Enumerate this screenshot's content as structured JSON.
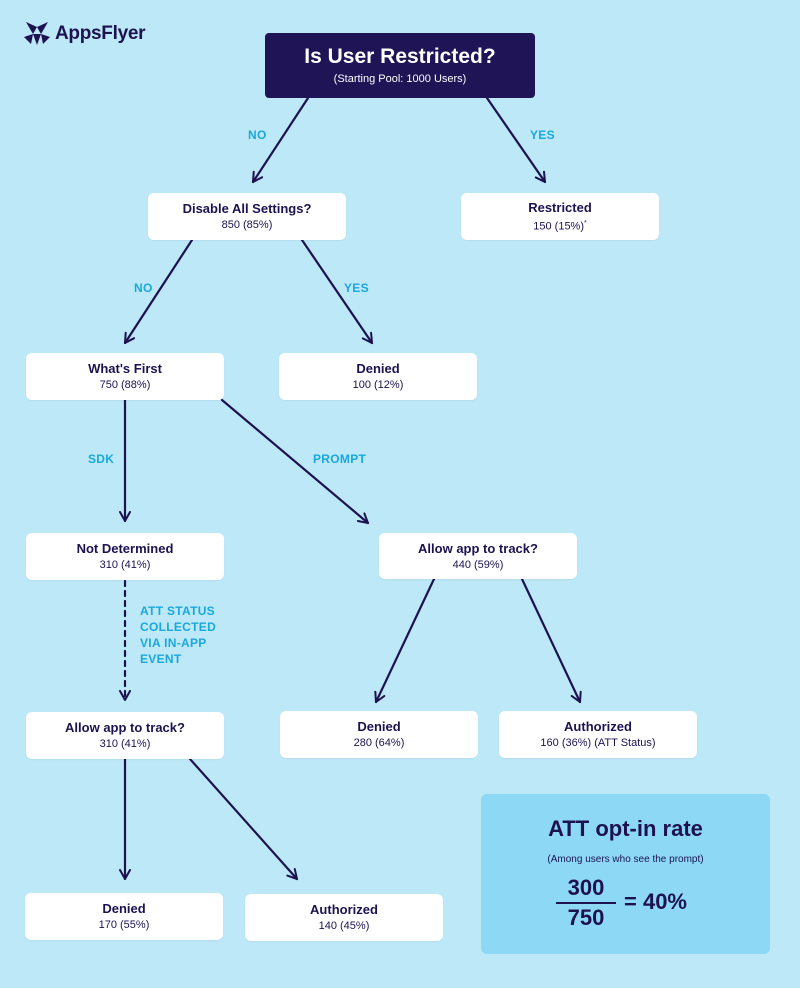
{
  "brand": {
    "name": "AppsFlyer",
    "icon": "appsflyer-logo-icon"
  },
  "colors": {
    "background": "#bde8f7",
    "dark": "#1d1250",
    "accent": "#1aa8dc",
    "callout": "#8dd9f5",
    "node": "#ffffff"
  },
  "root": {
    "title": "Is User Restricted?",
    "subtitle": "(Starting Pool: 1000 Users)"
  },
  "nodes": {
    "disable_all": {
      "title": "Disable All Settings?",
      "value": "850 (85%)"
    },
    "restricted": {
      "title": "Restricted",
      "value": "150 (15%)",
      "footnote": "*"
    },
    "whats_first": {
      "title": "What's First",
      "value": "750 (88%)"
    },
    "denied_settings": {
      "title": "Denied",
      "value": "100 (12%)"
    },
    "not_determined": {
      "title": "Not Determined",
      "value": "310 (41%)"
    },
    "allow_prompt": {
      "title": "Allow app to track?",
      "value": "440 (59%)"
    },
    "allow_sdk": {
      "title": "Allow app to track?",
      "value": "310 (41%)"
    },
    "denied_prompt": {
      "title": "Denied",
      "value": "280 (64%)"
    },
    "authorized_prompt": {
      "title": "Authorized",
      "value": "160 (36%) (ATT Status)"
    },
    "denied_sdk": {
      "title": "Denied",
      "value": "170 (55%)"
    },
    "authorized_sdk": {
      "title": "Authorized",
      "value": "140 (45%)"
    }
  },
  "edge_labels": {
    "root_no": "NO",
    "root_yes": "YES",
    "disable_no": "NO",
    "disable_yes": "YES",
    "sdk": "SDK",
    "prompt": "PROMPT",
    "att_line1": "ATT STATUS",
    "att_line2": "COLLECTED",
    "att_line3": "VIA IN-APP",
    "att_line4": "EVENT"
  },
  "optin": {
    "title": "ATT opt-in rate",
    "subtitle": "(Among users who see the prompt)",
    "numerator": "300",
    "denominator": "750",
    "result": "= 40%"
  }
}
